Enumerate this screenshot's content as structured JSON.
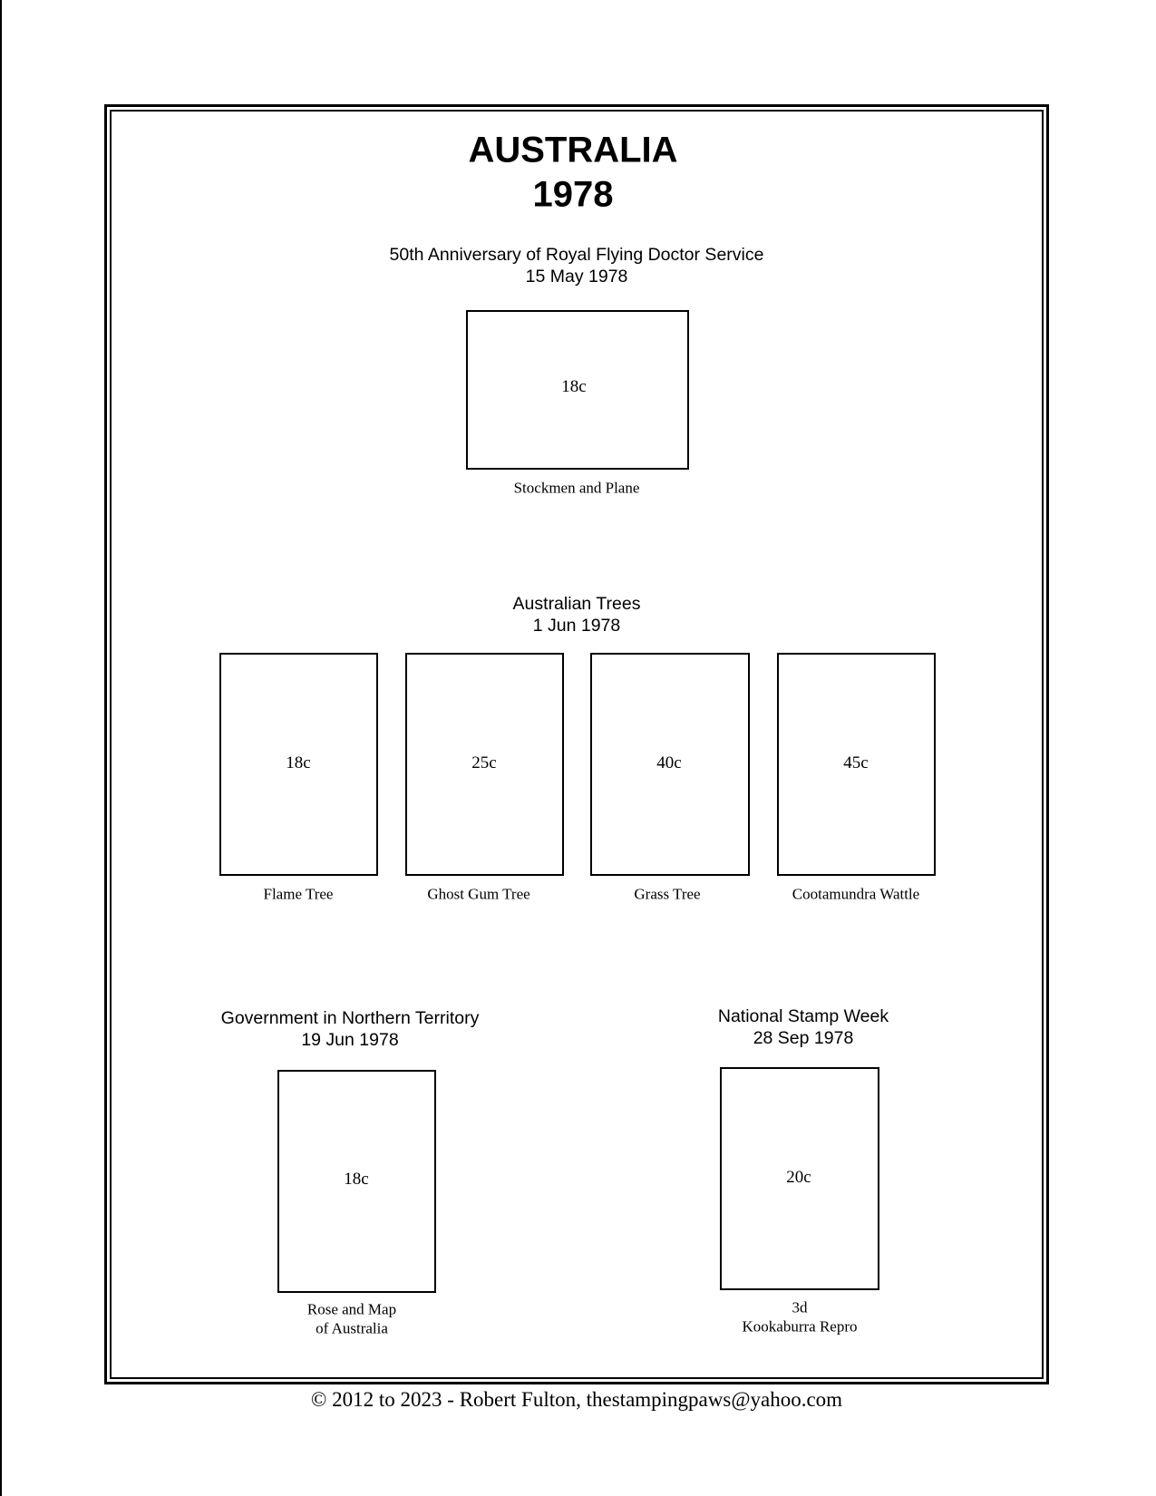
{
  "header": {
    "country": "AUSTRALIA",
    "year": "1978"
  },
  "sets": [
    {
      "title": "50th Anniversary of Royal Flying Doctor Service",
      "date": "15 May 1978",
      "stamps": [
        {
          "value": "18c",
          "caption": "Stockmen and Plane"
        }
      ]
    },
    {
      "title": "Australian Trees",
      "date": "1 Jun 1978",
      "stamps": [
        {
          "value": "18c",
          "caption": "Flame Tree"
        },
        {
          "value": "25c",
          "caption": "Ghost Gum Tree"
        },
        {
          "value": "40c",
          "caption": "Grass Tree"
        },
        {
          "value": "45c",
          "caption": "Cootamundra Wattle"
        }
      ]
    },
    {
      "title": "Government in Northern Territory",
      "date": "19 Jun 1978",
      "stamps": [
        {
          "value": "18c",
          "caption_line1": "Rose and Map",
          "caption_line2": "of Australia"
        }
      ]
    },
    {
      "title": "National Stamp Week",
      "date": "28 Sep 1978",
      "stamps": [
        {
          "value": "20c",
          "caption_line1": "3d",
          "caption_line2": "Kookaburra Repro"
        }
      ]
    }
  ],
  "footer": {
    "copyright": "© 2012 to 2023 -  Robert Fulton, thestampingpaws@yahoo.com"
  }
}
